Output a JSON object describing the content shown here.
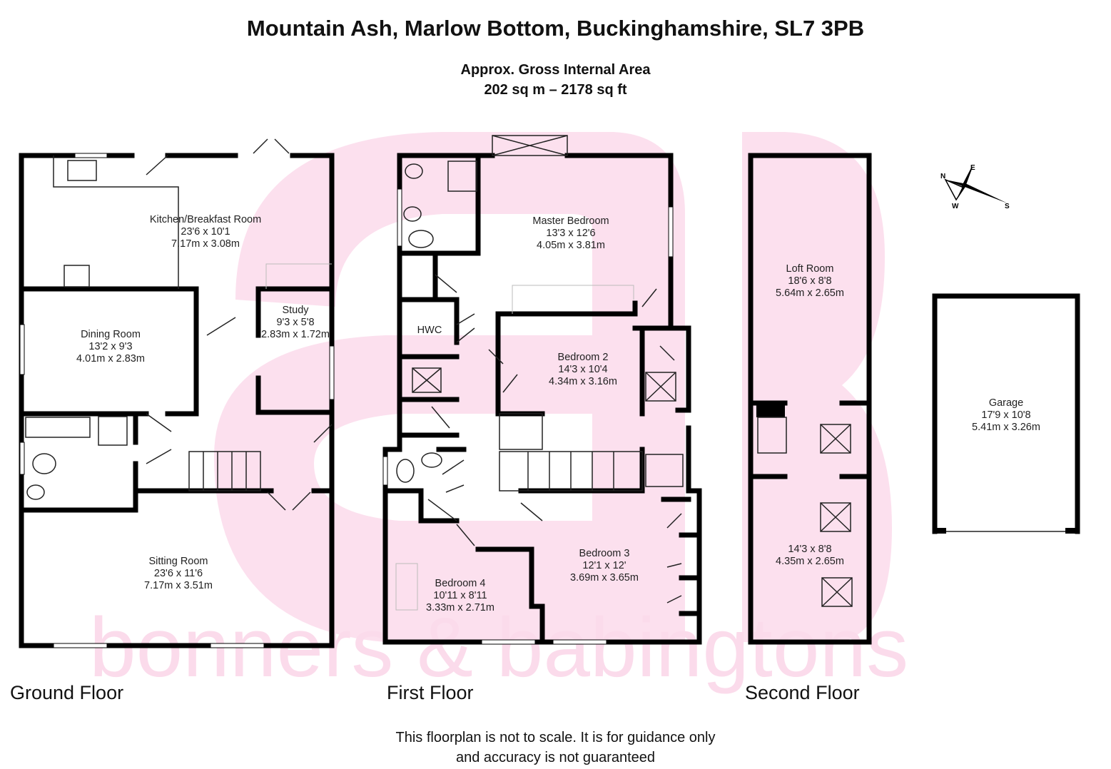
{
  "header": {
    "title": "Mountain Ash, Marlow Bottom, Buckinghamshire, SL7 3PB",
    "area_label": "Approx. Gross Internal Area",
    "area_value": "202 sq m – 2178 sq ft"
  },
  "watermark": {
    "logo_text": "ab",
    "brand": "bonners & babingtons",
    "color": "#fbdbeb"
  },
  "compass": {
    "n": "N",
    "e": "E",
    "s": "S",
    "w": "W"
  },
  "floors": [
    {
      "name": "Ground Floor",
      "rooms": [
        {
          "name": "Kitchen/Breakfast Room",
          "imperial": "23'6 x 10'1",
          "metric": "7.17m x 3.08m"
        },
        {
          "name": "Dining Room",
          "imperial": "13'2 x 9'3",
          "metric": "4.01m x 2.83m"
        },
        {
          "name": "Study",
          "imperial": "9'3 x 5'8",
          "metric": "2.83m x 1.72m"
        },
        {
          "name": "Sitting Room",
          "imperial": "23'6 x 11'6",
          "metric": "7.17m x 3.51m"
        }
      ]
    },
    {
      "name": "First Floor",
      "rooms": [
        {
          "name": "Master Bedroom",
          "imperial": "13'3 x 12'6",
          "metric": "4.05m x 3.81m"
        },
        {
          "name": "HWC"
        },
        {
          "name": "Bedroom 2",
          "imperial": "14'3 x 10'4",
          "metric": "4.34m x 3.16m"
        },
        {
          "name": "Bedroom 3",
          "imperial": "12'1 x 12'",
          "metric": "3.69m x 3.65m"
        },
        {
          "name": "Bedroom 4",
          "imperial": "10'11 x 8'11",
          "metric": "3.33m x 2.71m"
        }
      ]
    },
    {
      "name": "Second Floor",
      "rooms": [
        {
          "name": "Loft Room",
          "imperial": "18'6 x 8'8",
          "metric": "5.64m x 2.65m"
        },
        {
          "imperial": "14'3 x 8'8",
          "metric": "4.35m x 2.65m"
        }
      ]
    }
  ],
  "garage": {
    "name": "Garage",
    "imperial": "17'9 x 10'8",
    "metric": "5.41m x 3.26m"
  },
  "disclaimer": {
    "line1": "This floorplan is not to scale. It is for guidance only",
    "line2": "and accuracy is not guaranteed"
  }
}
